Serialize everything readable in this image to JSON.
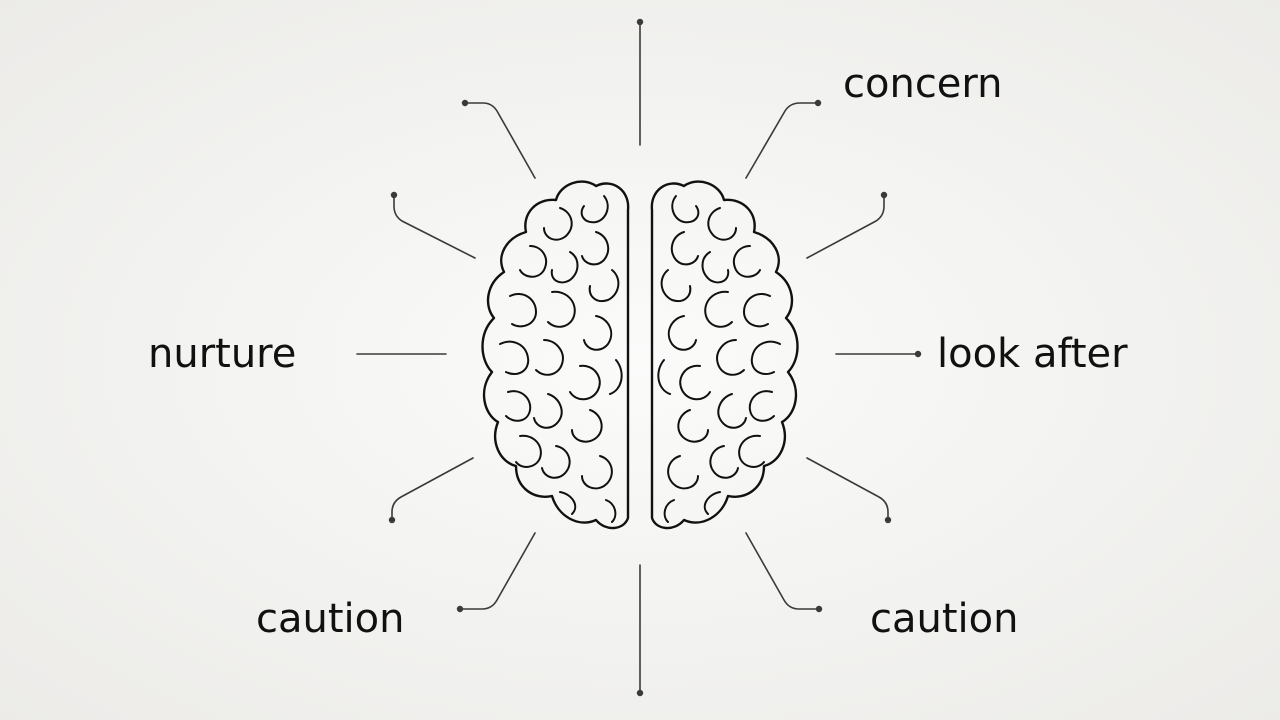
{
  "labels": {
    "top_right": "concern",
    "middle_left": "nurture",
    "middle_right": "look after",
    "bottom_left": "caution",
    "bottom_right": "caution"
  },
  "colors": {
    "background": "#f2f2f0",
    "ink": "#111111",
    "connector": "#3a3a3a"
  },
  "icons": {
    "center": "brain-icon"
  }
}
